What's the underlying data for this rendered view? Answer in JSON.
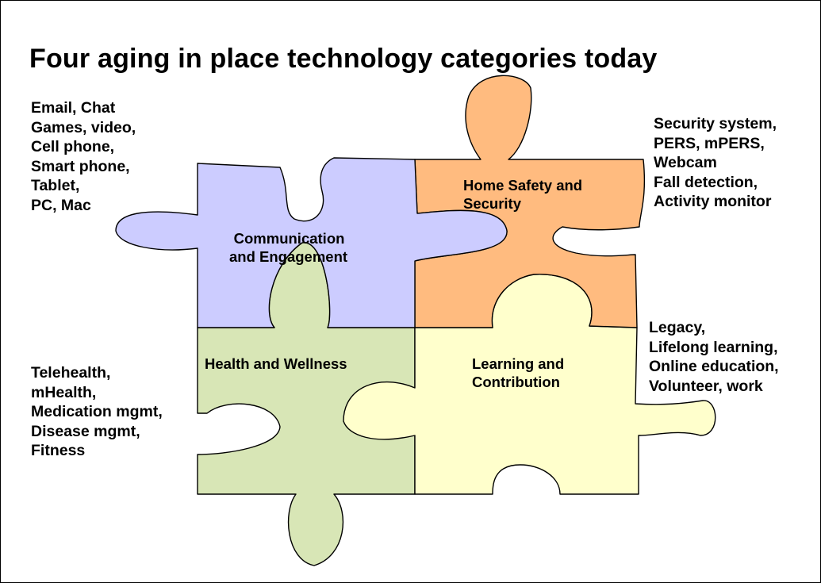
{
  "slide": {
    "title": "Four aging in place technology categories today"
  },
  "pieces": {
    "communication": {
      "label_lines": [
        "Communication",
        "and Engagement"
      ],
      "color": "#ccccff"
    },
    "safety": {
      "label_lines": [
        "Home Safety and",
        "Security"
      ],
      "color": "#ffbb7f"
    },
    "health": {
      "label_lines": [
        "Health and Wellness"
      ],
      "color": "#d8e6b6"
    },
    "learning": {
      "label_lines": [
        "Learning and",
        "Contribution"
      ],
      "color": "#ffffcc"
    }
  },
  "lists": {
    "communication": [
      "Email, Chat",
      "Games, video,",
      "Cell phone,",
      "Smart phone,",
      "Tablet,",
      "PC, Mac"
    ],
    "safety": [
      "Security system,",
      "PERS, mPERS,",
      "Webcam",
      "Fall detection,",
      "Activity monitor"
    ],
    "health": [
      "Telehealth,",
      "mHealth,",
      "Medication mgmt,",
      "Disease mgmt,",
      "Fitness"
    ],
    "learning": [
      "Legacy,",
      "Lifelong learning,",
      "Online education,",
      "Volunteer, work"
    ]
  }
}
